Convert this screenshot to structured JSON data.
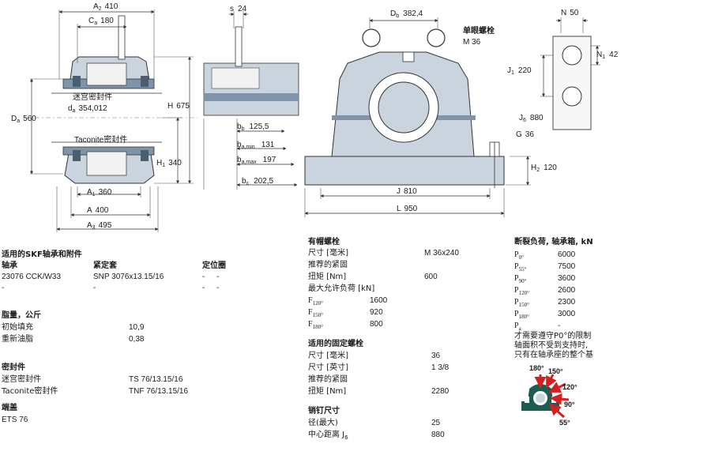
{
  "drawing": {
    "dims": {
      "A2": "410",
      "Ca": "180",
      "da": "354,012",
      "Da": "560",
      "H": "675",
      "H1": "340",
      "A1": "360",
      "A": "400",
      "A3": "495",
      "s": "24",
      "bb": "125,5",
      "ba_min": "131",
      "ba_max": "197",
      "bc": "202,5",
      "Db": "382,4",
      "M": "M 36",
      "J": "810",
      "L": "950",
      "H2": "120",
      "G": "36",
      "N": "50",
      "N1": "42",
      "J1": "220",
      "J6": "880"
    },
    "labels": {
      "A2": "A",
      "A2_sub": "2",
      "Ca": "C",
      "Ca_sub": "a",
      "labyrinth": "迷宫密封件",
      "da": "d",
      "da_sub": "a",
      "Da": "D",
      "Da_sub": "a",
      "H": "H",
      "taconite": "Taconite密封件",
      "H1": "H",
      "H1_sub": "1",
      "A1": "A",
      "A1_sub": "1",
      "A": "A",
      "A3": "A",
      "A3_sub": "3",
      "s": "s",
      "bb": "b",
      "bb_sub": "b",
      "ba_min": "b",
      "ba_min_sub": "a,min",
      "ba_max": "b",
      "ba_max_sub": "a,max",
      "bc": "b",
      "bc_sub": "c",
      "Db": "D",
      "Db_sub": "b",
      "eye_bolt": "单眼螺栓",
      "J": "J",
      "L": "L",
      "H2": "H",
      "H2_sub": "2",
      "G": "G",
      "N": "N",
      "N1": "N",
      "N1_sub": "1",
      "J1": "J",
      "J1_sub": "1",
      "J6": "J",
      "J6_sub": "6"
    }
  },
  "applicable": {
    "title": "适用的SKF轴承和附件",
    "headers": [
      "轴承",
      "紧定套",
      "定位圈"
    ],
    "rows": [
      [
        "23076 CCK/W33",
        "SNP 3076x13.15/16",
        "-",
        "-"
      ],
      [
        "-",
        "-",
        "-",
        "-"
      ]
    ]
  },
  "grease": {
    "title": "脂量，公斤",
    "rows": [
      {
        "label": "初始填充",
        "value": "10,9"
      },
      {
        "label": "重新油脂",
        "value": "0,38"
      }
    ]
  },
  "seals": {
    "title": "密封件",
    "rows": [
      {
        "label": "迷宫密封件",
        "value": "TS 76/13.15/16"
      },
      {
        "label": "Taconite密封件",
        "value": "TNF 76/13.15/16"
      }
    ]
  },
  "end_cover": {
    "title": "端盖",
    "value": "ETS 76"
  },
  "cap_bolts": {
    "title": "有帽螺栓",
    "size_label": "尺寸 [毫米]",
    "size_value": "M 36x240",
    "torque_title": "推荐的紧固",
    "torque_label": "扭矩 [Nm]",
    "torque_value": "600",
    "load_title": "最大允许负荷 [kN]",
    "loads": [
      {
        "label": "F",
        "sub": "120°",
        "value": "1600"
      },
      {
        "label": "F",
        "sub": "150°",
        "value": "920"
      },
      {
        "label": "F",
        "sub": "180°",
        "value": "800"
      }
    ]
  },
  "fix_bolts": {
    "title": "适用的固定螺栓",
    "size_mm_label": "尺寸 [毫米]",
    "size_mm_value": "36",
    "size_in_label": "尺寸 [英寸]",
    "size_in_value": "1 3/8",
    "torque_title": "推荐的紧固",
    "torque_label": "扭矩 [Nm]",
    "torque_value": "2280"
  },
  "dowel": {
    "title": "销钉尺寸",
    "dia_label": "径(最大)",
    "dia_value": "25",
    "dist_label": "中心距离 J",
    "dist_sub": "6",
    "dist_value": "880"
  },
  "breaking_load": {
    "title": "断裂负荷, 轴承箱, kN",
    "rows": [
      {
        "label": "P",
        "sub": "0°",
        "value": "6000"
      },
      {
        "label": "P",
        "sub": "55°",
        "value": "7500"
      },
      {
        "label": "P",
        "sub": "90°",
        "value": "3600"
      },
      {
        "label": "P",
        "sub": "120°",
        "value": "2600"
      },
      {
        "label": "P",
        "sub": "150°",
        "value": "2300"
      },
      {
        "label": "P",
        "sub": "180°",
        "value": "3000"
      },
      {
        "label": "P",
        "sub": "a",
        "value": "-"
      }
    ],
    "note": [
      "才需要遵守P0°的限制",
      "轴面积不受到支持时,",
      "只有在轴承座的整个基"
    ]
  },
  "load_diagram": {
    "angles": [
      "180°",
      "150°",
      "120°",
      "90°",
      "55°"
    ],
    "arrow_color": "#d42020",
    "housing_color": "#1d5c50"
  }
}
